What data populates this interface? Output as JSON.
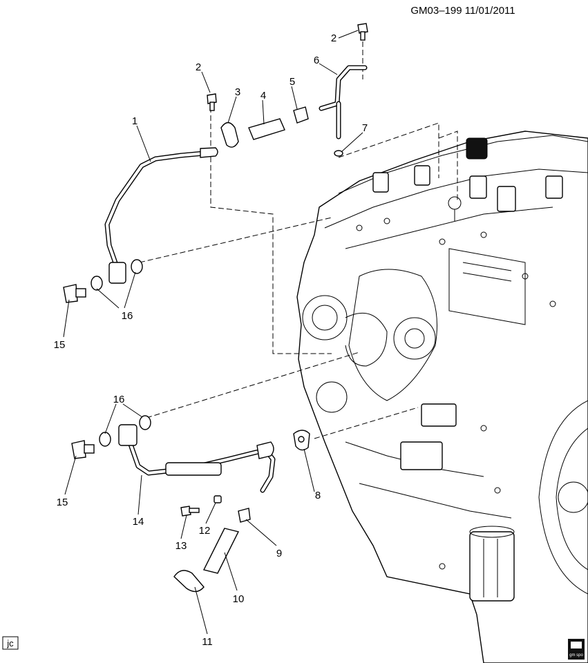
{
  "header": {
    "code": "GM03–199  11/01/2011"
  },
  "footer": {
    "initials": "jc",
    "logo_text": "gm spo"
  },
  "callouts": [
    {
      "id": "c1",
      "label": "1"
    },
    {
      "id": "c2a",
      "label": "2"
    },
    {
      "id": "c2b",
      "label": "2"
    },
    {
      "id": "c3",
      "label": "3"
    },
    {
      "id": "c4",
      "label": "4"
    },
    {
      "id": "c5",
      "label": "5"
    },
    {
      "id": "c6",
      "label": "6"
    },
    {
      "id": "c7",
      "label": "7"
    },
    {
      "id": "c8",
      "label": "8"
    },
    {
      "id": "c9",
      "label": "9"
    },
    {
      "id": "c10",
      "label": "10"
    },
    {
      "id": "c11",
      "label": "11"
    },
    {
      "id": "c12",
      "label": "12"
    },
    {
      "id": "c13",
      "label": "13"
    },
    {
      "id": "c14",
      "label": "14"
    },
    {
      "id": "c15a",
      "label": "15"
    },
    {
      "id": "c15b",
      "label": "15"
    },
    {
      "id": "c16a",
      "label": "16"
    },
    {
      "id": "c16b",
      "label": "16"
    }
  ]
}
